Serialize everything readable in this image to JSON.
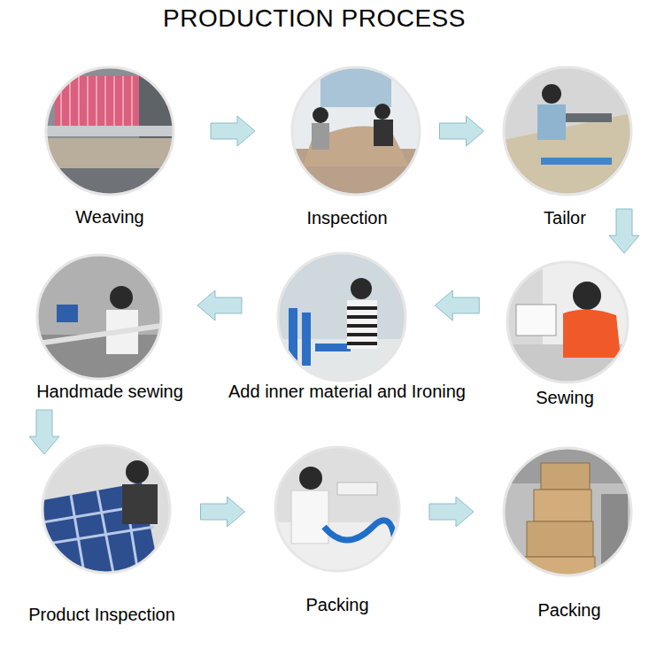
{
  "diagram": {
    "title": "PRODUCTION PROCESS",
    "nodes": [
      {
        "text": [
          "Weaving"
        ]
      },
      {
        "text": [
          "Inspection"
        ]
      },
      {
        "text": [
          "Tailor"
        ]
      },
      {
        "text": [
          "Handmade sewing"
        ]
      },
      {
        "text": [
          "Add inner material and Ironing"
        ]
      },
      {
        "text": [
          "Sewing"
        ]
      },
      {
        "text": [
          "Product Inspection"
        ]
      },
      {
        "text": [
          "Packing"
        ]
      },
      {
        "text": [
          "Packing"
        ]
      }
    ],
    "edges": [
      {
        "from": 0,
        "to": 1,
        "arrow": "to"
      },
      {
        "from": 1,
        "to": 2,
        "arrow": "to"
      },
      {
        "from": 2,
        "to": 5,
        "arrow": "to"
      },
      {
        "from": 5,
        "to": 4,
        "arrow": "to"
      },
      {
        "from": 4,
        "to": 3,
        "arrow": "to"
      },
      {
        "from": 3,
        "to": 6,
        "arrow": "to"
      },
      {
        "from": 6,
        "to": 7,
        "arrow": "to"
      },
      {
        "from": 7,
        "to": 8,
        "arrow": "to"
      }
    ]
  }
}
